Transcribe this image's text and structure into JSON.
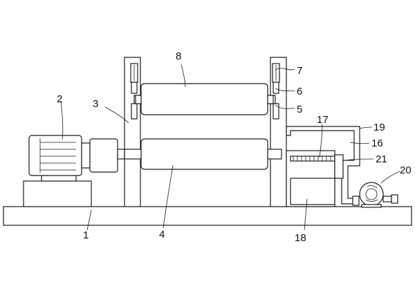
{
  "labels": {
    "l1": "1",
    "l2": "2",
    "l3": "3",
    "l4": "4",
    "l5": "5",
    "l6": "6",
    "l7": "7",
    "l8": "8",
    "l16": "16",
    "l17": "17",
    "l18": "18",
    "l19": "19",
    "l20": "20",
    "l21": "21"
  }
}
